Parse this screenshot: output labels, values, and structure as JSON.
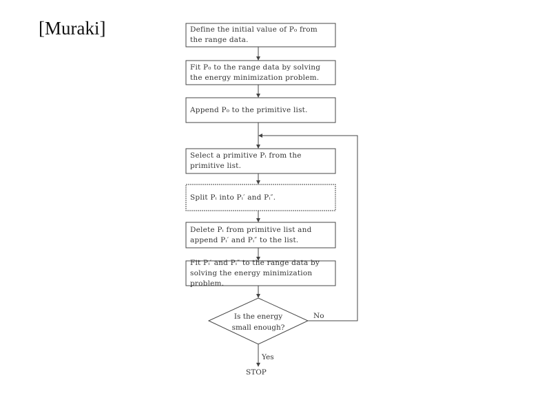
{
  "title": "[Muraki]",
  "steps": [
    "Define the initial value of P₀ from the range data.",
    "Fit P₀ to the range data by solving the energy minimization problem.",
    "Append P₀ to the primitive list.",
    "Select a primitive Pᵢ from the primitive list.",
    "Split Pᵢ into Pᵢ′ and Pᵢ″.",
    "Delete Pᵢ from primitive list and append Pᵢ′ and Pᵢ″ to the list.",
    "Fit Pᵢ′ and Pᵢ″ to the range data by solving the energy minimization problem."
  ],
  "decision": "Is the energy small enough?",
  "no_label": "No",
  "yes_label": "Yes",
  "end_label": "STOP"
}
